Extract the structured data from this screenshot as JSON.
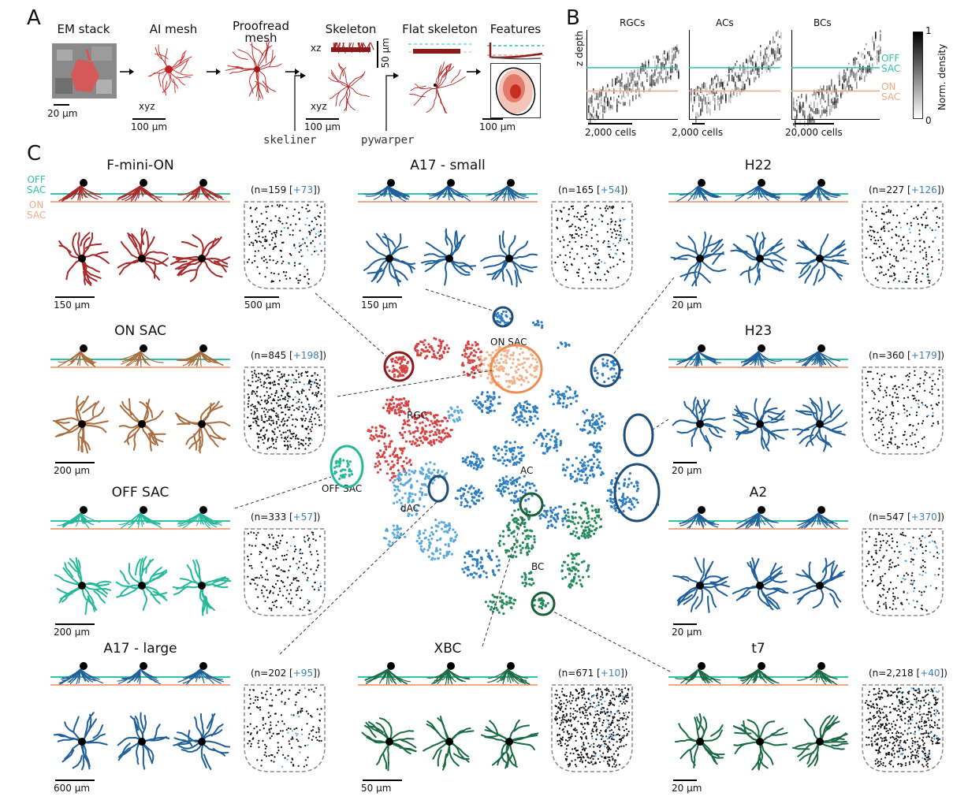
{
  "panelA": {
    "label": "A",
    "stages": [
      "EM stack",
      "AI mesh",
      "Proofread\nmesh",
      "Skeleton",
      "Flat skeleton",
      "Features"
    ],
    "views": {
      "xz": "xz",
      "xyz1": "xyz",
      "xyz2": "xyz"
    },
    "tools": {
      "skeliner": "skeliner",
      "pywarper": "pywarper"
    },
    "scales": {
      "em": "20 µm",
      "mesh": "100 µm",
      "skel_z": "50 µm",
      "skel": "100 µm",
      "feat": "100 µm"
    }
  },
  "panelB": {
    "label": "B",
    "titles": [
      "RGCs",
      "ACs",
      "BCs"
    ],
    "ylabel": "z depth",
    "scales": [
      "2,000 cells",
      "2,000 cells",
      "20,000 cells"
    ],
    "lines": {
      "off": "OFF\nSAC",
      "on": "ON\nSAC"
    },
    "colorbar": {
      "label": "Norm. density",
      "max": "1",
      "min": "0"
    }
  },
  "panelC": {
    "label": "C",
    "side_labels": {
      "off": "OFF\nSAC",
      "on": "ON\nSAC"
    },
    "cluster_labels": {
      "on_sac": "ON SAC",
      "rgc": "RGC",
      "off_sac": "OFF SAC",
      "dac": "dAC",
      "ac": "AC",
      "bc": "BC"
    },
    "cells": [
      {
        "title": "F-mini-ON",
        "count": "(n=159 [",
        "add": "+73",
        "end": "])",
        "scale": "150 µm",
        "scale2": "500 µm"
      },
      {
        "title": "A17 - small",
        "count": "(n=165 [",
        "add": "+54",
        "end": "])",
        "scale": "150 µm"
      },
      {
        "title": "H22",
        "count": "(n=227 [",
        "add": "+126",
        "end": "])",
        "scale": "20 µm"
      },
      {
        "title": "ON SAC",
        "count": "(n=845 [",
        "add": "+198",
        "end": "])",
        "scale": "200 µm"
      },
      {
        "title": "H23",
        "count": "(n=360 [",
        "add": "+179",
        "end": "])",
        "scale": "20 µm"
      },
      {
        "title": "OFF SAC",
        "count": "(n=333 [",
        "add": "+57",
        "end": "])",
        "scale": "200 µm"
      },
      {
        "title": "A2",
        "count": "(n=547 [",
        "add": "+370",
        "end": "])",
        "scale": "20 µm"
      },
      {
        "title": "A17 - large",
        "count": "(n=202 [",
        "add": "+95",
        "end": "])",
        "scale": "600 µm"
      },
      {
        "title": "XBC",
        "count": "(n=671 [",
        "add": "+10",
        "end": "])",
        "scale": "50 µm"
      },
      {
        "title": "t7",
        "count": "(n=2,218 [",
        "add": "+40",
        "end": "])",
        "scale": "20 µm"
      }
    ]
  },
  "colors": {
    "rgc": "#d64545",
    "ac": "#2f7ec2",
    "dac": "#5aa9dc",
    "bc": "#248a5c",
    "onsac": "#f2b48e",
    "offsac": "#25b89a",
    "teal": "#2ec4a6",
    "salmon": "#f0a987",
    "fmini": "#a52a2a",
    "sac_brown": "#a96d3e"
  }
}
